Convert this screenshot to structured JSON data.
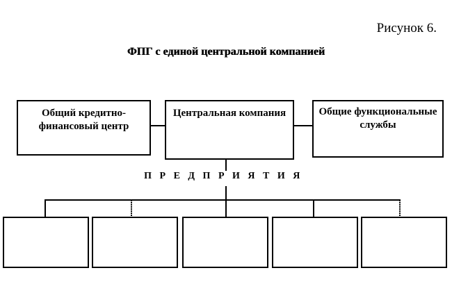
{
  "figure_label": "Рисунок 6.",
  "title": "ФПГ с единой центральной компанией",
  "boxes": {
    "left": "Общий кредитно-финансовый центр",
    "center": "Центральная компания",
    "right": "Общие функциональные службы"
  },
  "enterprises_label": "ПРЕДПРИЯТИЯ",
  "enterprises": [
    "",
    "",
    "",
    "",
    ""
  ]
}
